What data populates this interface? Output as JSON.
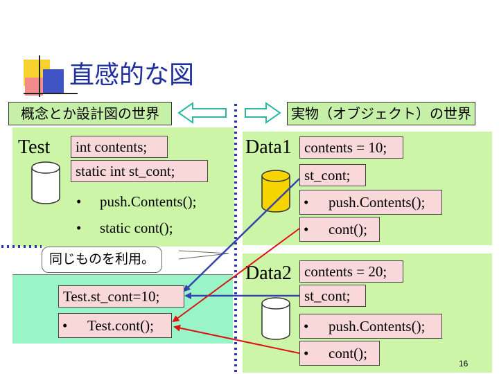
{
  "title": "直感的な図",
  "left_header": "概念とか設計図の世界",
  "right_header": "実物（オブジェクト）の世界",
  "test_class": {
    "name": "Test",
    "field1": "int contents;",
    "field2": "static int st_cont;",
    "method1": "push.Contents();",
    "method2": "static cont();"
  },
  "callout": "同じものを利用。",
  "usage": {
    "line1": "Test.st_cont=10;",
    "line2": "Test.cont();"
  },
  "data1": {
    "name": "Data1",
    "field1": "contents = 10;",
    "field2": "st_cont;",
    "method1": "push.Contents();",
    "method2": "cont();"
  },
  "data2": {
    "name": "Data2",
    "field1": "contents = 20;",
    "field2": "st_cont;",
    "method1": "push.Contents();",
    "method2": "cont();"
  },
  "bullet_char": "•",
  "page_number": "16",
  "colors": {
    "title": "#1f2f9e",
    "header_bg": "#c6efa8",
    "panel_light": "#ccf5a8",
    "panel_cyan": "#99f5c8",
    "pink_box": "#f8d8d8",
    "arrow_teal": "#2bb8a0",
    "arrow_blue": "#3344aa",
    "arrow_red": "#dd1111",
    "cyl_white": "#ffffff",
    "cyl_yellow": "#f5d400"
  }
}
